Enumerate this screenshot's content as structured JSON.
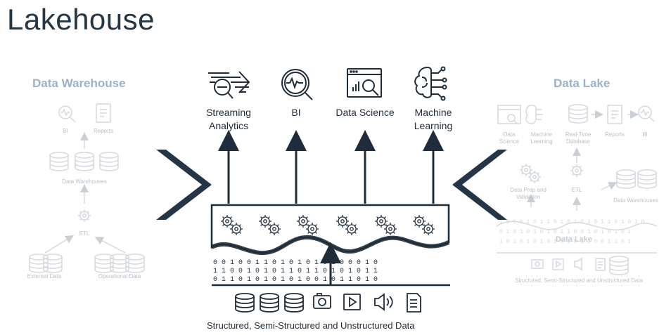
{
  "title": "Lakehouse",
  "left_panel": {
    "title": "Data Warehouse",
    "labels": {
      "bi": "BI",
      "reports": "Reports",
      "data_warehouses": "Data Warehouses",
      "etl": "ETL",
      "external_data": "External Data",
      "operational_data": "Operational Data"
    }
  },
  "right_panel": {
    "title": "Data Lake",
    "labels": {
      "data_science": "Data Science",
      "machine_learning": "Machine Learning",
      "real_time_database": "Real-Time Database",
      "reports": "Reports",
      "bi": "BI",
      "data_prep": "Data Prep and Validation",
      "etl": "ETL",
      "data_warehouses": "Data Warehouses",
      "data_lake": "Data Lake",
      "sources": "Structured, Semi-Structured and Unstructured Data"
    }
  },
  "center": {
    "outputs": [
      {
        "label": "Streaming Analytics",
        "icon": "streaming-analytics-icon"
      },
      {
        "label": "BI",
        "icon": "bi-icon"
      },
      {
        "label": "Data Science",
        "icon": "data-science-icon"
      },
      {
        "label": "Machine Learning",
        "icon": "machine-learning-icon"
      }
    ],
    "sources_label": "Structured, Semi-Structured and Unstructured Data",
    "binary_rows": [
      "0 0  1 0 0 1  1  0 1  0 1  0 1 0  1 0  0 0 1  0",
      "1 1 0  0 1  0 1 0 1  1 0  1 1 0  1 0 1 0  1 1",
      "0 1  1 0  1 0  1  0 1 0  1  0 0 1  0 1  1 0 1 0"
    ]
  },
  "colors": {
    "dark": "#1f2d3a",
    "faint": "#d4d9de",
    "panel_title": "#9cb1c6"
  }
}
